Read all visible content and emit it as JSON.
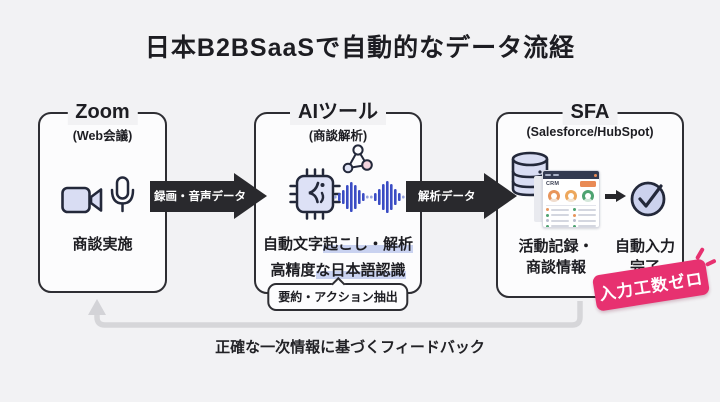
{
  "title": "日本B2BSaaSで自動的なデータ流経",
  "nodes": {
    "zoom": {
      "title": "Zoom",
      "subtitle": "(Web会議)",
      "caption": "商談実施"
    },
    "ai": {
      "title": "AIツール",
      "subtitle": "(商談解析)",
      "result1_plain": "自動文字",
      "result1_highlight": "起こし・解析",
      "result2_plain": "高精度",
      "result2_highlight": "な日本語認識",
      "bubble": "要約・アクション抽出"
    },
    "sfa": {
      "title": "SFA",
      "subtitle": "(Salesforce/HubSpot)",
      "crm_label": "CRM",
      "record_line1": "活動記録・",
      "record_line2": "商談情報",
      "done_line1": "自動入力",
      "done_line2": "完了"
    }
  },
  "arrows": {
    "zoom_to_ai": "録画・音声データ",
    "ai_to_sfa": "解析データ"
  },
  "badge": {
    "label": "入力工数ゼロ",
    "color": "#e73170"
  },
  "feedback": {
    "label": "正確な一次情報に基づくフィードバック"
  },
  "colors": {
    "background": "#f2f2f4",
    "box_border": "#2e2e33",
    "arrow_dark": "#29292d",
    "accent_lavender": "#d9ddf3",
    "waveform_blue": "#3a4cc4",
    "text_highlight": "#c9d2f0",
    "badge_pink": "#e73170",
    "feedback_gray": "#d6d6d9",
    "crm_navy": "#333a50",
    "crm_orange": "#e8955c",
    "crm_green": "#4ea371"
  }
}
